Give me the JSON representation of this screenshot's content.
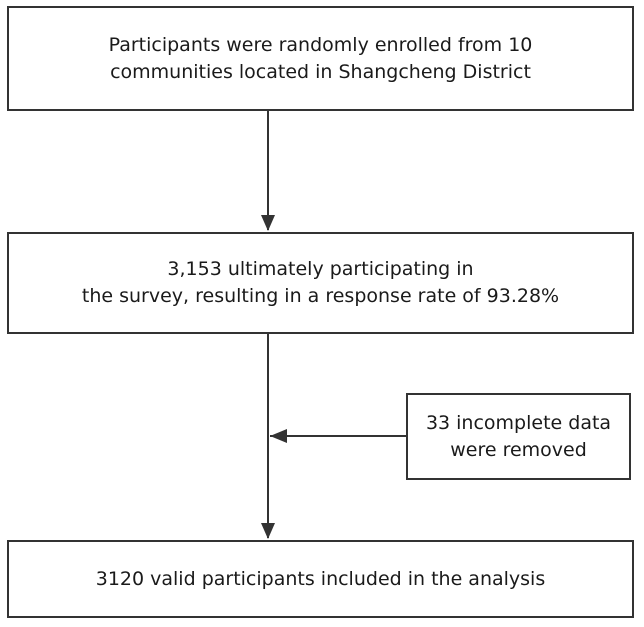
{
  "diagram": {
    "type": "flowchart",
    "nodes": {
      "enrollment": {
        "lines": [
          "Participants were randomly enrolled from 10",
          "communities located in Shangcheng  District"
        ]
      },
      "participating": {
        "lines": [
          "3,153 ultimately participating in",
          "the survey, resulting in a response rate of 93.28%"
        ]
      },
      "excluded": {
        "lines": [
          "33 incomplete data",
          "were removed"
        ]
      },
      "analysis": {
        "lines": [
          "3120 valid participants included in the analysis"
        ]
      }
    },
    "edges": [
      {
        "from": "enrollment",
        "to": "participating"
      },
      {
        "from": "participating",
        "to": "analysis"
      },
      {
        "from": "excluded",
        "to": "participating-analysis-line"
      }
    ],
    "colors": {
      "border": "#333333",
      "arrow": "#333333",
      "text": "#1a1a1a",
      "background": "#ffffff"
    }
  }
}
